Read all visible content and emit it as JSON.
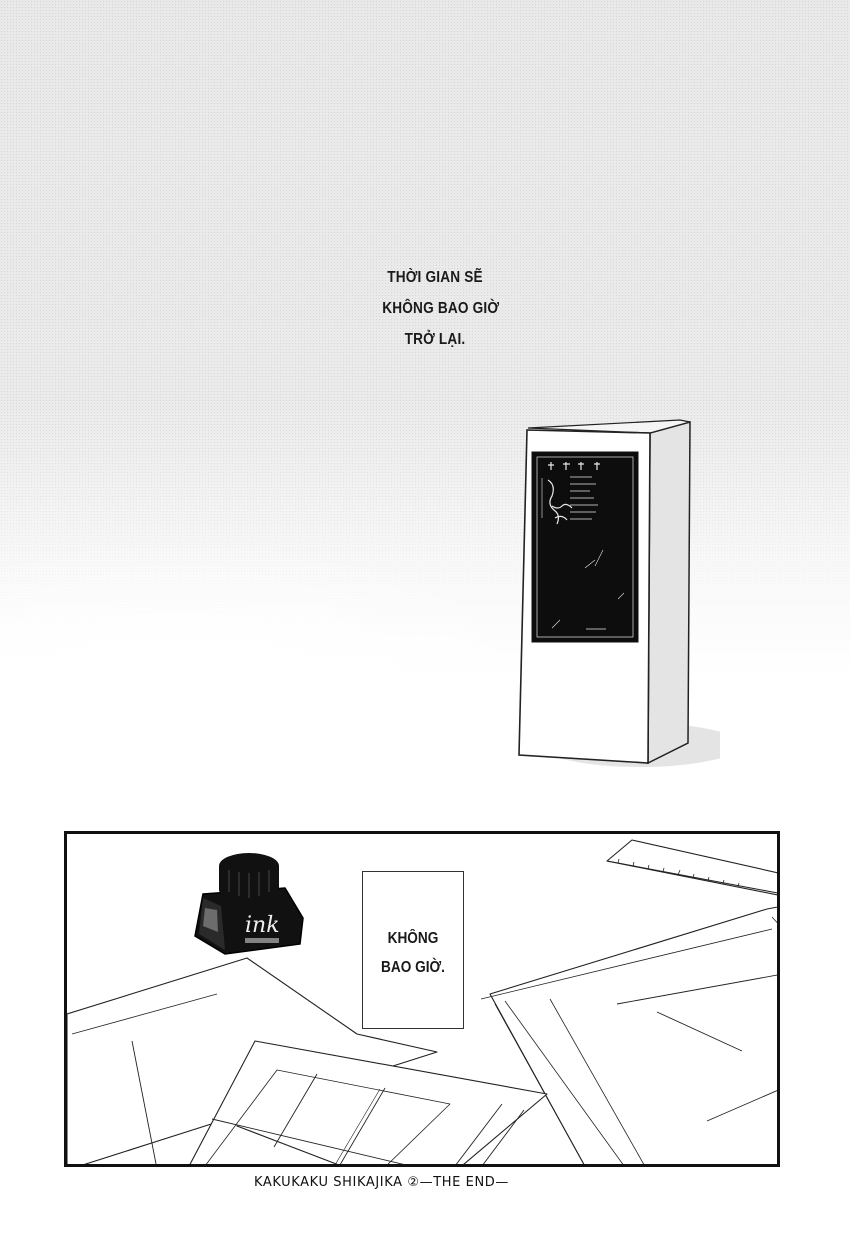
{
  "page": {
    "type": "manga-page",
    "panels": [
      {
        "id": "top-panel",
        "narration": [
          "THỜI GIAN SẼ",
          "KHÔNG BAO GIỜ",
          "TRỞ LẠI."
        ],
        "objects": [
          "standing-book",
          "book-cover-dark",
          "screentone-background"
        ]
      },
      {
        "id": "bottom-panel",
        "note_card_text": [
          "KHÔNG",
          "BAO GIỜ."
        ],
        "ink_bottle_label": "ink",
        "objects": [
          "ink-bottle",
          "note-card",
          "ruler",
          "manuscript-papers"
        ]
      }
    ],
    "caption": "KAKUKAKU SHIKAJIKA ②—THE END—"
  },
  "colors": {
    "ink": "#111111",
    "tone": "#e9e9e9",
    "paper": "#ffffff"
  }
}
